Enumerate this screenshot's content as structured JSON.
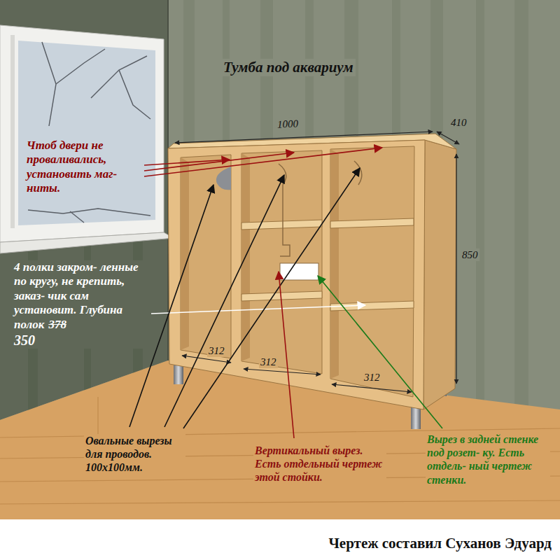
{
  "diagram": {
    "title": "Тумба под аквариум",
    "caption": "Чертеж составил Суханов Эдуард",
    "labels": [
      "1000",
      "410",
      "850",
      "Чтоб двери не проваливались, установить маг- ниты.",
      "4 полки закром- ленные по кругу, не крепить, заказ- чик сам установит. Глубина полок",
      "378",
      "350",
      "312",
      "312",
      "312",
      "Овальные вырезы для проводов. 100х100мм.",
      "Вертикальный вырез. Есть отдельный чертеж этой стойки.",
      "Вырез в задней стенке под розет- ку. Есть отдель- ный чертеж стенки."
    ]
  }
}
